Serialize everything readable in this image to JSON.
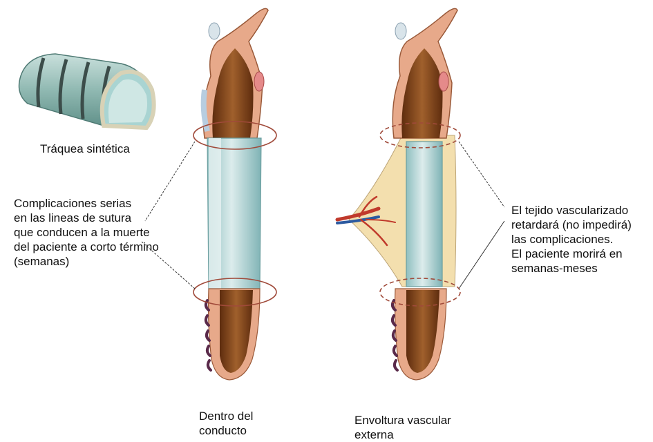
{
  "labels": {
    "synthetic_trachea": "Tráquea sintética",
    "left_note": [
      "Complicaciones serias",
      "en las lineas de sutura",
      "que conducen a la muerte",
      "del paciente a corto término",
      "(semanas)"
    ],
    "right_note": [
      "El tejido vascularizado",
      "retardará (no impedirá)",
      "las complicaciones.",
      "El paciente morirá en",
      "semanas-meses"
    ],
    "inside_duct": [
      "Dentro del",
      "conducto"
    ],
    "external_wrap": [
      "Envoltura vascular",
      "externa"
    ]
  },
  "colors": {
    "tissue_brown": "#8a4a1e",
    "tissue_light": "#e7a98a",
    "graft_teal": "#a9cfd0",
    "graft_light": "#dcecec",
    "suture_purple": "#5a2a4a",
    "ring_red": "#a04a3a",
    "wrap_yellow": "#f3deaa",
    "vessel_red": "#c0392b",
    "vessel_blue": "#2c5aa0"
  },
  "icons": [
    "synthetic-trachea-icon",
    "trachea-inside-duct-illustration",
    "trachea-external-wrap-illustration",
    "blood-vessel-icon"
  ]
}
